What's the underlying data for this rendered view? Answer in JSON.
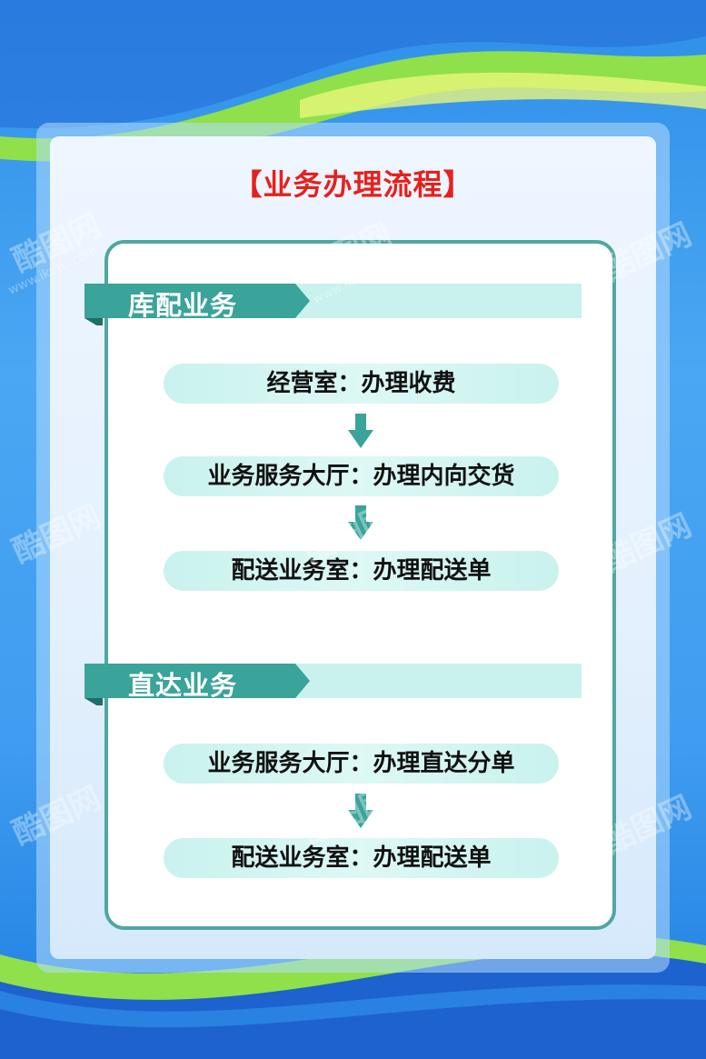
{
  "title": "【业务办理流程】",
  "sections": [
    {
      "label": "库配业务",
      "steps": [
        "经营室：办理收费",
        "业务服务大厅：办理内向交货",
        "配送业务室：办理配送单"
      ]
    },
    {
      "label": "直达业务",
      "steps": [
        "业务服务大厅：办理直达分单",
        "配送业务室：办理配送单"
      ]
    }
  ],
  "watermark": {
    "brand": "酷图网",
    "url": "www.ikutu.com"
  },
  "colors": {
    "title": "#e8201c",
    "accent": "#4fa7a0",
    "step_fill": "#d3f5f1",
    "background": "#3f9cf0"
  }
}
